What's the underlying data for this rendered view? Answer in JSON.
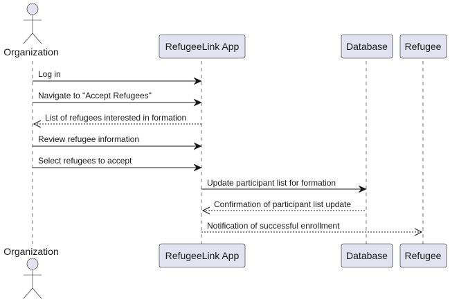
{
  "participants": [
    {
      "id": "org",
      "label": "Organization",
      "kind": "actor"
    },
    {
      "id": "app",
      "label": "RefugeeLink App",
      "kind": "participant"
    },
    {
      "id": "db",
      "label": "Database",
      "kind": "participant"
    },
    {
      "id": "ref",
      "label": "Refugee",
      "kind": "participant"
    }
  ],
  "messages": [
    {
      "from": "org",
      "to": "app",
      "label": "Log in",
      "style": "solid"
    },
    {
      "from": "org",
      "to": "app",
      "label": "Navigate to \"Accept Refugees\"",
      "style": "solid"
    },
    {
      "from": "app",
      "to": "org",
      "label": "List of refugees interested in formation",
      "style": "dashed"
    },
    {
      "from": "org",
      "to": "app",
      "label": "Review refugee information",
      "style": "solid"
    },
    {
      "from": "org",
      "to": "app",
      "label": "Select refugees to accept",
      "style": "solid"
    },
    {
      "from": "app",
      "to": "db",
      "label": "Update participant list for formation",
      "style": "solid"
    },
    {
      "from": "db",
      "to": "app",
      "label": "Confirmation of participant list update",
      "style": "dashed"
    },
    {
      "from": "app",
      "to": "ref",
      "label": "Notification of successful enrollment",
      "style": "dashed"
    }
  ],
  "colors": {
    "participant_fill": "#E2E2F0",
    "line": "#181818"
  }
}
